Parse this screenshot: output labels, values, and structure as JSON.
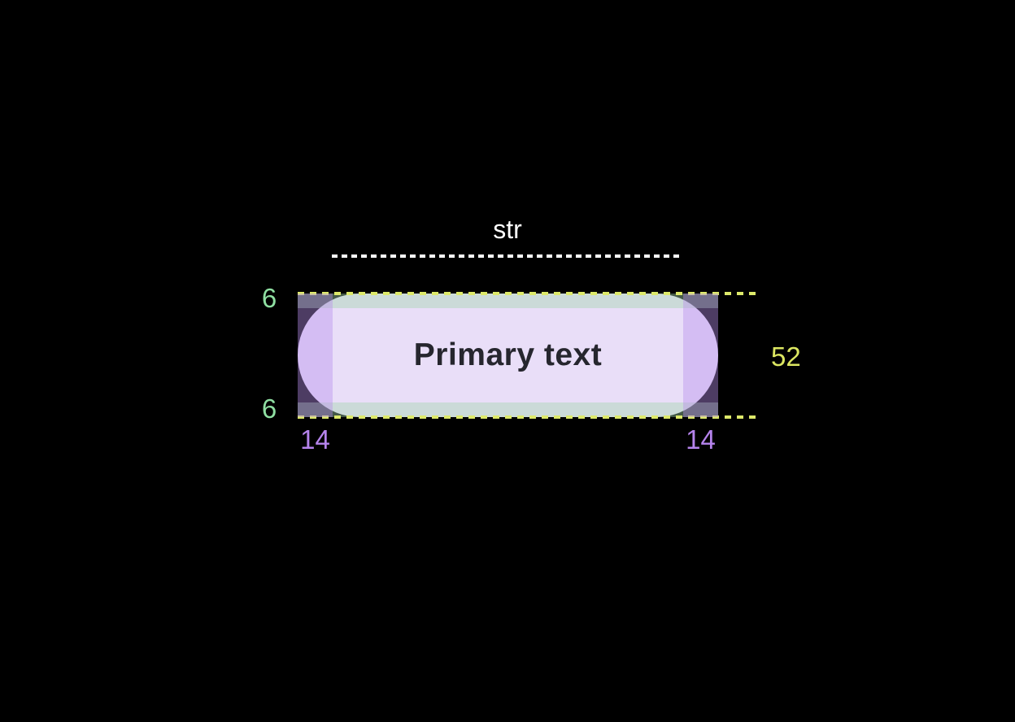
{
  "button": {
    "label": "Primary text"
  },
  "annotations": {
    "string_width": {
      "label": "str"
    },
    "height": {
      "value": "52"
    },
    "padding_top": {
      "value": "6"
    },
    "padding_bottom": {
      "value": "6"
    },
    "padding_left": {
      "value": "14"
    },
    "padding_right": {
      "value": "14"
    }
  },
  "colors": {
    "bg": "#000000",
    "pill_fill": "#e9def8",
    "button_text": "#26262e",
    "v_padding_overlay": "rgba(162,212,172,0.42)",
    "h_padding_overlay": "rgba(183,143,236,0.42)",
    "bounds_dash": "#dde96a",
    "string_dash": "#ffffff",
    "label_green": "#8fdfa2",
    "label_yellow": "#dce661",
    "label_purple": "#b583ec",
    "label_white": "#ffffff"
  }
}
